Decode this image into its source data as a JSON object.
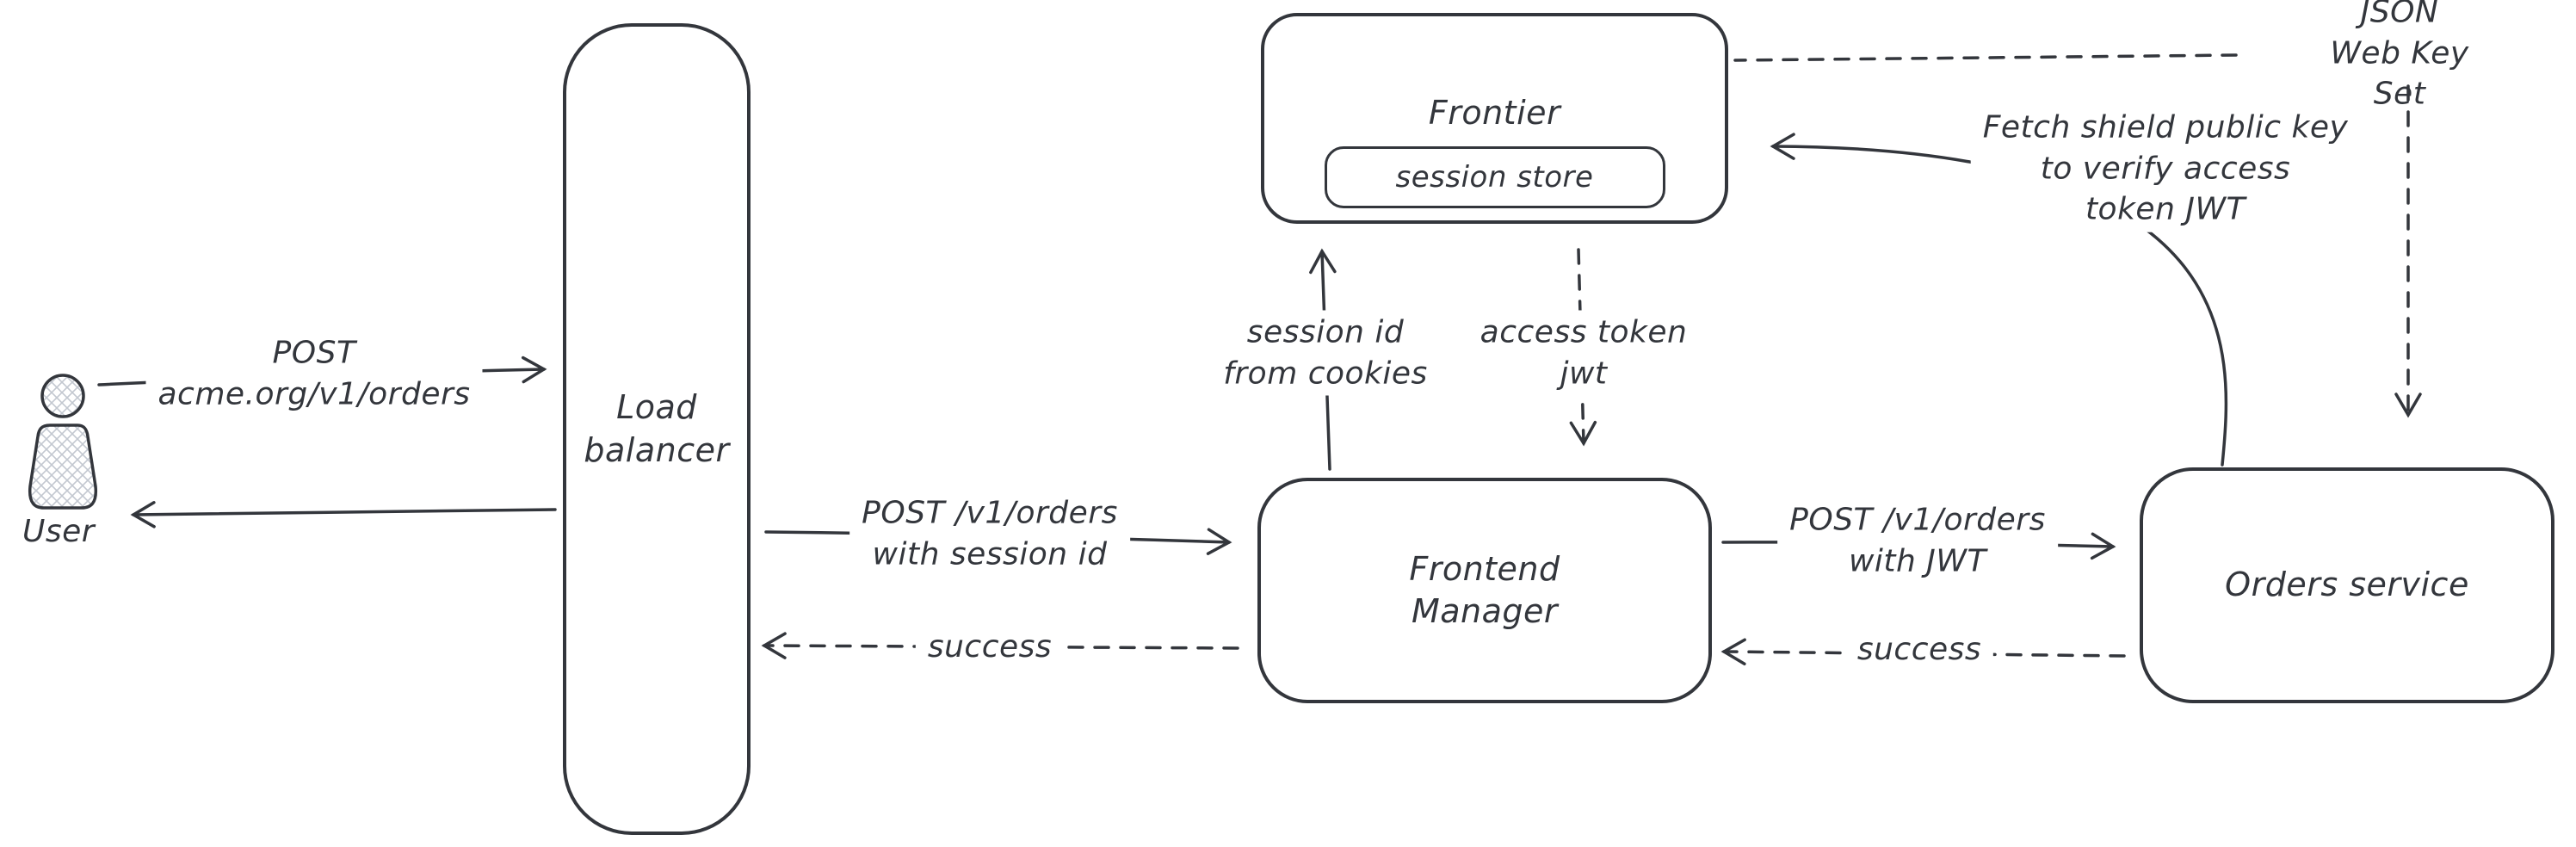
{
  "nodes": {
    "user": {
      "label": "User"
    },
    "load_balancer": {
      "label": "Load\nbalancer"
    },
    "frontier": {
      "label": "Frontier",
      "session_store": "session store"
    },
    "frontend_manager": {
      "label": "Frontend\nManager"
    },
    "orders_service": {
      "label": "Orders service"
    }
  },
  "edges": {
    "user_to_lb": {
      "label": "POST\nacme.org/v1/orders"
    },
    "lb_to_fm": {
      "label": "POST /v1/orders\nwith session id"
    },
    "fm_to_lb": {
      "label": "success"
    },
    "fm_to_frontier": {
      "label": "session id\nfrom cookies"
    },
    "frontier_to_fm": {
      "label": "access token\njwt"
    },
    "fm_to_orders": {
      "label": "POST /v1/orders\nwith JWT"
    },
    "orders_to_fm": {
      "label": "success"
    },
    "fetch_key": {
      "label": "Fetch shield public key\nto verify access\ntoken JWT"
    }
  },
  "labels": {
    "jwks": "JSON Web Key Set"
  },
  "colors": {
    "ink": "#33363c",
    "hatch": "#c3c8d0",
    "background": "#ffffff"
  }
}
